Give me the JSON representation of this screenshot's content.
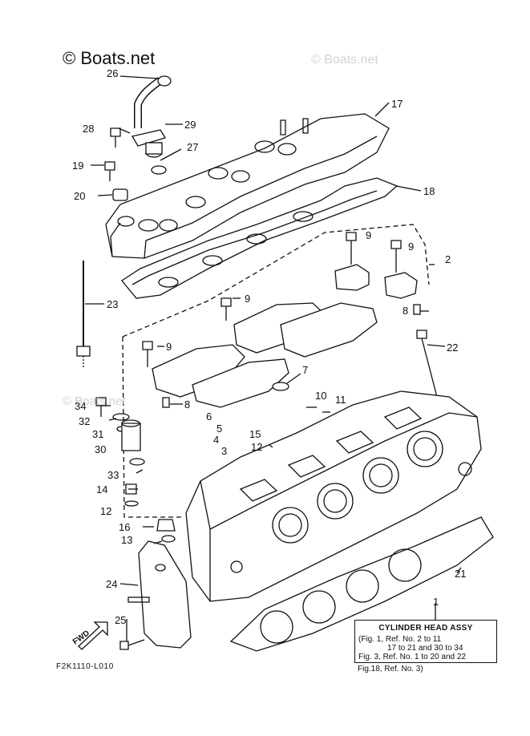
{
  "watermark": {
    "main": "© Boats.net",
    "ghost": "© Boats.net",
    "mid": "© Boats.net"
  },
  "callouts": [
    "26",
    "29",
    "27",
    "28",
    "19",
    "20",
    "23",
    "17",
    "18",
    "2",
    "9",
    "9",
    "9",
    "9",
    "8",
    "8",
    "22",
    "7",
    "6",
    "5",
    "4",
    "3",
    "15",
    "12",
    "10",
    "11",
    "34",
    "32",
    "31",
    "30",
    "33",
    "14",
    "12",
    "16",
    "13",
    "24",
    "25",
    "21",
    "1"
  ],
  "info_box": {
    "title": "CYLINDER HEAD ASSY",
    "lines": [
      "(Fig. 1, Ref. No. 2 to 11",
      "17 to 21 and 30 to 34",
      "Fig. 3, Ref. No. 1 to 20 and 22",
      "Fig.18, Ref. No. 3)"
    ]
  },
  "fwd_label": "FWD",
  "drawing_code": "F2K1110-L010"
}
